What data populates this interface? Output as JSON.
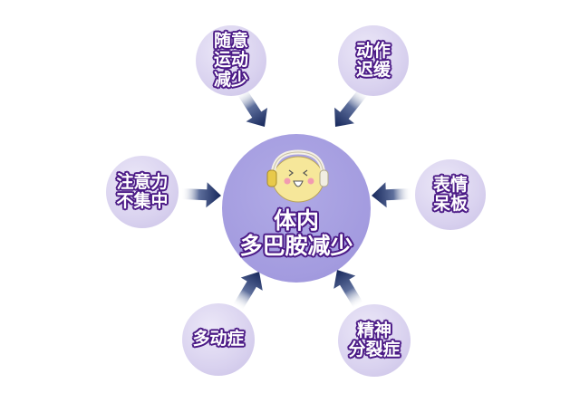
{
  "center": {
    "lines": [
      "体内",
      "多巴胺减少"
    ],
    "icon": "smiling-headphones-character-icon"
  },
  "nodes": [
    {
      "id": "top-left",
      "lines": [
        "随意",
        "运动",
        "减少"
      ]
    },
    {
      "id": "top-right",
      "lines": [
        "动作",
        "迟缓"
      ]
    },
    {
      "id": "left",
      "lines": [
        "注意力",
        "不集中"
      ]
    },
    {
      "id": "right",
      "lines": [
        "表情",
        "呆板"
      ]
    },
    {
      "id": "bottom-left",
      "lines": [
        "多动症"
      ]
    },
    {
      "id": "bottom-right",
      "lines": [
        "精神",
        "分裂症"
      ]
    }
  ],
  "colors": {
    "center": "#a39bdf",
    "node": "#d9d2ef",
    "arrow": "#1c2f63",
    "text_outline": "#4b1a86"
  }
}
